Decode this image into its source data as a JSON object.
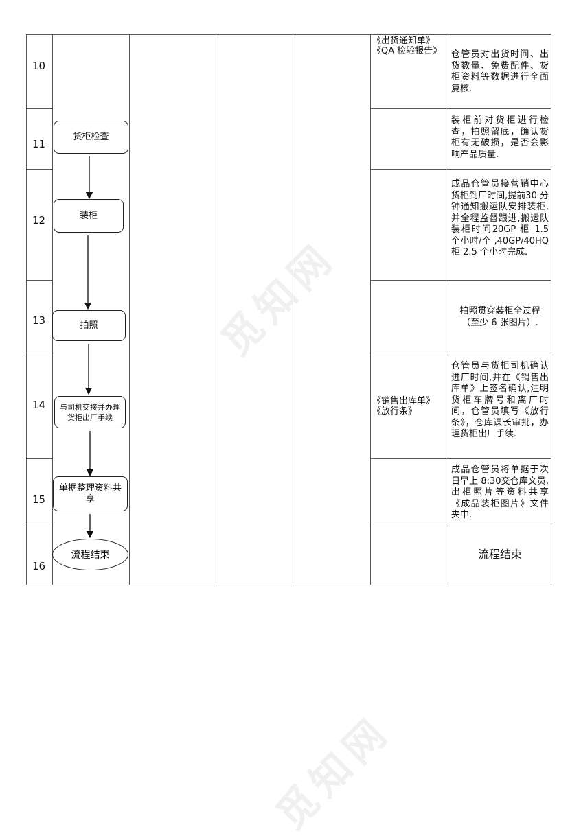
{
  "watermark": "觅知网",
  "rows": [
    {
      "num": "10",
      "documents": "《出货通知单》《QA 检验报告》",
      "description": "仓管员对出货时间、出货数量、免费配件、货柜资料等数据进行全面复核."
    },
    {
      "num": "11",
      "documents": "",
      "description": "装柜前对货柜进行检查，拍照留底，确认货柜有无破损，是否会影响产品质量."
    },
    {
      "num": "12",
      "documents": "",
      "description": "成品仓管员接营销中心货柜到厂时间,提前30 分钟通知搬运队安排装柜,并全程监督跟进,搬运队装柜时间20GP 柜 1.5 个小时/个 ,40GP/40HQ 柜 2.5 个小时完成."
    },
    {
      "num": "13",
      "documents": "",
      "description": "拍照贯穿装柜全过程（至少 6 张图片）."
    },
    {
      "num": "14",
      "documents": "《销售出库单》《放行条》",
      "description": "仓管员与货柜司机确认进厂时间,并在《销售出库单》上签名确认,注明货柜车牌号和离厂时间，仓管员填写《放行条》，仓库课长审批，办理货柜出厂手续."
    },
    {
      "num": "15",
      "documents": "",
      "description": "成品仓管员将单据于次日早上 8:30交仓库文员,出柜照片等资料共享《成品装柜图片》文件夹中."
    },
    {
      "num": "16",
      "documents": "",
      "description": "流程结束"
    }
  ],
  "flow": {
    "inspect": "货柜检查",
    "load": "装柜",
    "photo": "拍照",
    "handover": "与司机交接并办理货柜出厂手续",
    "docs": "单据整理资料共享",
    "end": "流程结束"
  }
}
